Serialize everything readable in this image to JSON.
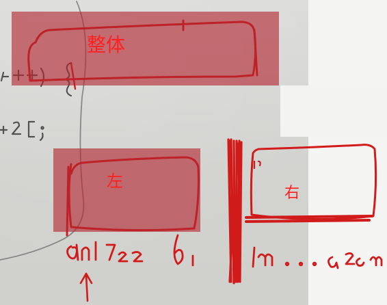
{
  "labels": {
    "whole": "整体",
    "left": "左",
    "right": "右"
  },
  "colors": {
    "ink": "#d11a1a",
    "label": "#ff1f1f",
    "highlight": "#b22632",
    "paper": "#f4f4f3",
    "pencil": "#3a3a3a"
  },
  "icons": {
    "pointer": "arrow-up-icon"
  }
}
